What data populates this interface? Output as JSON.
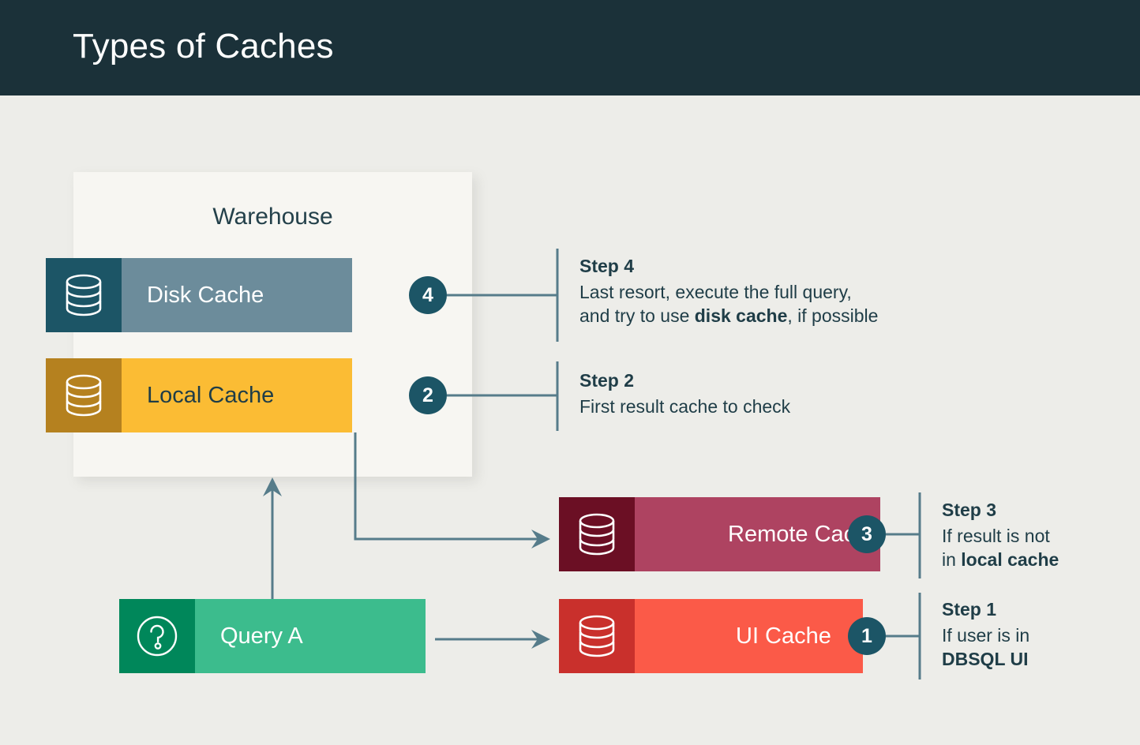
{
  "header": {
    "title": "Types of Caches",
    "background": "#1B3139"
  },
  "page": {
    "background": "#EDEDE9"
  },
  "warehouse": {
    "label": "Warehouse",
    "background": "#F7F6F2"
  },
  "nodes": [
    {
      "id": "disk-cache",
      "label": "Disk Cache",
      "icon": "database-icon",
      "icon_bg": "#1C5566",
      "body_bg": "#6C8C9B",
      "text_color": "#FFFFFF",
      "badge": "4"
    },
    {
      "id": "local-cache",
      "label": "Local Cache",
      "icon": "database-icon",
      "icon_bg": "#B5811F",
      "body_bg": "#FBBC34",
      "text_color": "#1F3D47",
      "badge": "2"
    },
    {
      "id": "remote-cache",
      "label": "Remote Cache",
      "icon": "database-icon",
      "icon_bg": "#6B0F24",
      "body_bg": "#AE4361",
      "text_color": "#FFFFFF",
      "badge": "3"
    },
    {
      "id": "ui-cache",
      "label": "UI Cache",
      "icon": "database-icon",
      "icon_bg": "#C9302C",
      "body_bg": "#FB5A48",
      "text_color": "#FFFFFF",
      "badge": "1"
    },
    {
      "id": "query-a",
      "label": "Query A",
      "icon": "question-mark-circle-icon",
      "icon_bg": "#00875A",
      "body_bg": "#3CBC8D",
      "text_color": "#FFFFFF",
      "badge": ""
    }
  ],
  "steps": [
    {
      "id": "step-4",
      "title": "Step 4",
      "line1": "Last resort, execute the full query,",
      "line2_prefix": "and try to use ",
      "line2_bold": "disk cache",
      "line2_suffix": ", if possible"
    },
    {
      "id": "step-2",
      "title": "Step 2",
      "line1": "First result cache to check",
      "line2_prefix": "",
      "line2_bold": "",
      "line2_suffix": ""
    },
    {
      "id": "step-3",
      "title": "Step 3",
      "line1": "If result is not",
      "line2_prefix": "in ",
      "line2_bold": "local cache",
      "line2_suffix": ""
    },
    {
      "id": "step-1",
      "title": "Step 1",
      "line1": "If user is in",
      "line2_prefix": "",
      "line2_bold": "DBSQL UI",
      "line2_suffix": ""
    }
  ],
  "badges": {
    "four": "4",
    "two": "2",
    "three": "3",
    "one": "1",
    "color": "#1C5566"
  },
  "connector_color": "#567C8A"
}
